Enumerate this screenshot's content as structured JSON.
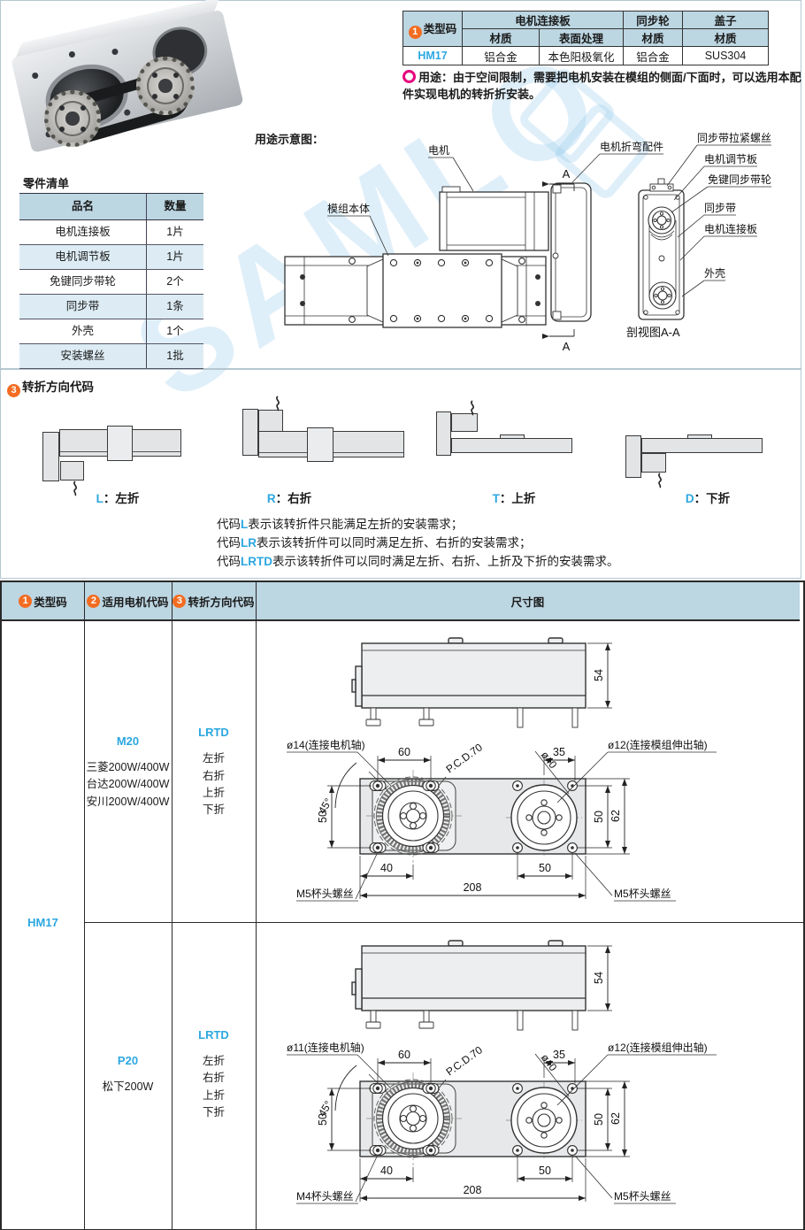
{
  "colors": {
    "accent_blue": "#2BA7E0",
    "table_header_bg": "#BCD6E2",
    "badge_orange": "#F26C21",
    "note_magenta": "#E5007D",
    "watermark": "#96CAEB"
  },
  "watermark": {
    "text": "SAMLO"
  },
  "spec_table": {
    "type_header": {
      "badge": "1",
      "label": "类型码"
    },
    "group_headers": [
      "电机连接板",
      "同步轮",
      "盖子"
    ],
    "sub_headers": [
      "材质",
      "表面处理",
      "材质",
      "材质"
    ],
    "row": {
      "code": "HM17",
      "values": [
        "铝合金",
        "本色阳极氧化",
        "铝合金",
        "SUS304"
      ]
    }
  },
  "usage_note": {
    "label": "用途：",
    "text": "由于空间限制，需要把电机安装在模组的侧面/下面时，可以选用本配件实现电机的转折折安装。"
  },
  "usage_diagram": {
    "title": "用途示意图：",
    "labels": {
      "motor": "电机",
      "module": "模组本体",
      "bend_part": "电机折弯配件",
      "a_top": "A",
      "a_bottom": "A",
      "section_title": "剖视图A-A",
      "belt_tension_screw": "同步带拉紧螺丝",
      "motor_adjust_plate": "电机调节板",
      "keyless_pulley": "免键同步带轮",
      "timing_belt": "同步带",
      "motor_plate": "电机连接板",
      "housing": "外壳"
    }
  },
  "parts_list": {
    "title": "零件清单",
    "headers": [
      "品名",
      "数量"
    ],
    "rows": [
      [
        "电机连接板",
        "1片"
      ],
      [
        "电机调节板",
        "1片"
      ],
      [
        "免键同步带轮",
        "2个"
      ],
      [
        "同步带",
        "1条"
      ],
      [
        "外壳",
        "1个"
      ],
      [
        "安装螺丝",
        "1批"
      ]
    ]
  },
  "direction_section": {
    "badge": "3",
    "title": "转折方向代码",
    "items": [
      {
        "code": "L",
        "label": "：左折"
      },
      {
        "code": "R",
        "label": "：右折"
      },
      {
        "code": "T",
        "label": "：上折"
      },
      {
        "code": "D",
        "label": "：下折"
      }
    ],
    "notes": [
      {
        "prefix": "代码",
        "code": "L",
        "text": "表示该转折件只能满足左折的安装需求；"
      },
      {
        "prefix": "代码",
        "code": "LR",
        "text": "表示该转折件可以同时满足左折、右折的安装需求；"
      },
      {
        "prefix": "代码",
        "code": "LRTD",
        "text": "表示该转折件可以同时满足左折、右折、上折及下折的安装需求。"
      }
    ]
  },
  "bottom_table": {
    "headers": [
      {
        "badge": "1",
        "label": "类型码"
      },
      {
        "badge": "2",
        "label": "适用电机代码"
      },
      {
        "badge": "3",
        "label": "转折方向代码"
      },
      {
        "badge": "",
        "label": "尺寸图"
      }
    ],
    "type_code": "HM17",
    "rows": [
      {
        "motor_code": "M20",
        "motors": [
          "三菱200W/400W",
          "台达200W/400W",
          "安川200W/400W"
        ],
        "dir_code": "LRTD",
        "dirs": [
          "左折",
          "右折",
          "上折",
          "下折"
        ],
        "drawing": {
          "height": "54",
          "shaft": "ø14(连接电机轴)",
          "output": "ø12(连接模组伸出轴)",
          "w60": "60",
          "w35": "35",
          "pcd": "P.C.D.70",
          "d40": "ø40",
          "angle": "45°",
          "h50l": "50",
          "h50r": "50",
          "h62": "62",
          "b40": "40",
          "b208": "208",
          "b50": "50",
          "screw_left": "M5杯头螺丝",
          "screw_right": "M5杯头螺丝"
        }
      },
      {
        "motor_code": "P20",
        "motors": [
          "松下200W"
        ],
        "dir_code": "LRTD",
        "dirs": [
          "左折",
          "右折",
          "上折",
          "下折"
        ],
        "drawing": {
          "height": "54",
          "shaft": "ø11(连接电机轴)",
          "output": "ø12(连接模组伸出轴)",
          "w60": "60",
          "w35": "35",
          "pcd": "P.C.D.70",
          "d40": "ø40",
          "angle": "45°",
          "h50l": "50",
          "h50r": "50",
          "h62": "62",
          "b40": "40",
          "b208": "208",
          "b50": "50",
          "screw_left": "M4杯头螺丝",
          "screw_right": "M5杯头螺丝"
        }
      }
    ]
  }
}
